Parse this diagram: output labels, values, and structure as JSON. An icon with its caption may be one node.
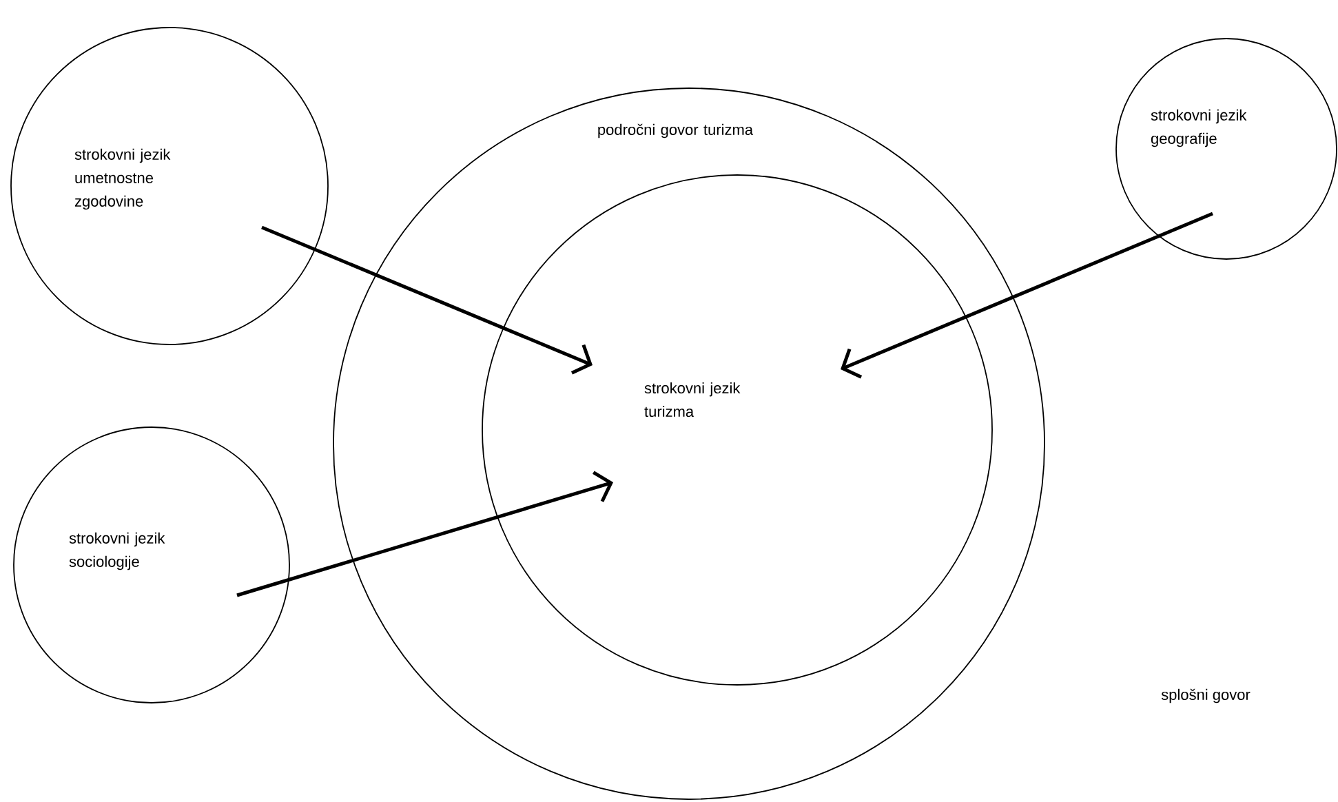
{
  "diagram": {
    "nodes": [
      {
        "text": [
          "področni govor turizma"
        ]
      },
      {
        "text": [
          "strokovni jezik turizma"
        ],
        "in": 0
      },
      {
        "text": [
          "strokovni jezik umetnostne zgodovine"
        ]
      },
      {
        "text": [
          "strokovni jezik geografije"
        ]
      },
      {
        "text": [
          "strokovni jezik sociologije"
        ]
      }
    ],
    "edges": [
      {
        "from": 2,
        "to": 1,
        "arrow": "to"
      },
      {
        "from": 3,
        "to": 1,
        "arrow": "to"
      },
      {
        "from": 4,
        "to": 1,
        "arrow": "to"
      }
    ],
    "labels": [
      "splošni govor"
    ]
  }
}
